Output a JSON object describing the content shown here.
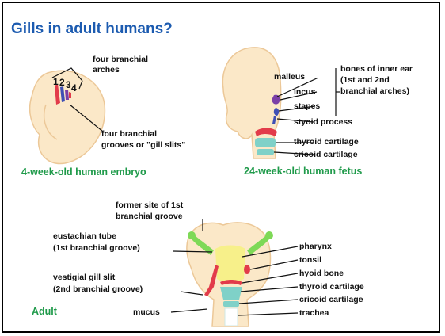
{
  "title": "Gills in adult humans?",
  "embryo": {
    "arch_numbers": [
      "1",
      "2",
      "3",
      "4"
    ],
    "arches_label": [
      "four branchial",
      "arches"
    ],
    "grooves_label": [
      "four branchial",
      "grooves or \"gill slits\""
    ],
    "caption": "4-week-old human embryo"
  },
  "fetus": {
    "labels": {
      "malleus": "malleus",
      "incus": "incus",
      "stapes": "stapes",
      "styoid": "styoid process",
      "thyroid": "thyroid cartilage",
      "cricoid": "cricoid cartilage"
    },
    "bones_label": [
      "bones of inner ear",
      "(1st and 2nd",
      "branchial arches)"
    ],
    "caption": "24-week-old human fetus"
  },
  "adult": {
    "former_site": [
      "former site of 1st",
      "branchial groove"
    ],
    "eustachian": [
      "eustachian tube",
      "(1st branchial groove)"
    ],
    "vestigial": [
      "vestigial gill slit",
      "(2nd branchial groove)"
    ],
    "mucus": "mucus",
    "right_labels": {
      "pharynx": "pharynx",
      "tonsil": "tonsil",
      "hyoid": "hyoid bone",
      "thyroid": "thyroid cartilage",
      "cricoid": "cricoid cartilage",
      "trachea": "trachea"
    },
    "caption": "Adult"
  },
  "colors": {
    "title": "#1c5bb0",
    "caption": "#1f9a4a",
    "skin": "#fbe8c8",
    "skin_edge": "#ecc898",
    "arch_red": "#e23b4a",
    "arch_blue": "#3f4fb5",
    "arch_purple": "#7a3fa8",
    "cartilage_teal": "#7fd1c8",
    "pharynx_yellow": "#f7f08a",
    "green": "#7ed957"
  }
}
